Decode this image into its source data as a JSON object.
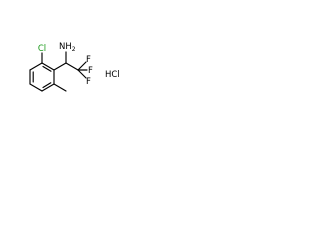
{
  "molecule": {
    "atoms": {
      "cl": "Cl",
      "nh2": "NH",
      "nh2_sub": "2",
      "f_top": "F",
      "f_right": "F",
      "f_bottom": "F"
    },
    "salt": "HCl",
    "colors": {
      "chlorine": "#1a9a1a",
      "bonds": "#000000",
      "text": "#000000",
      "background": "#ffffff"
    }
  }
}
